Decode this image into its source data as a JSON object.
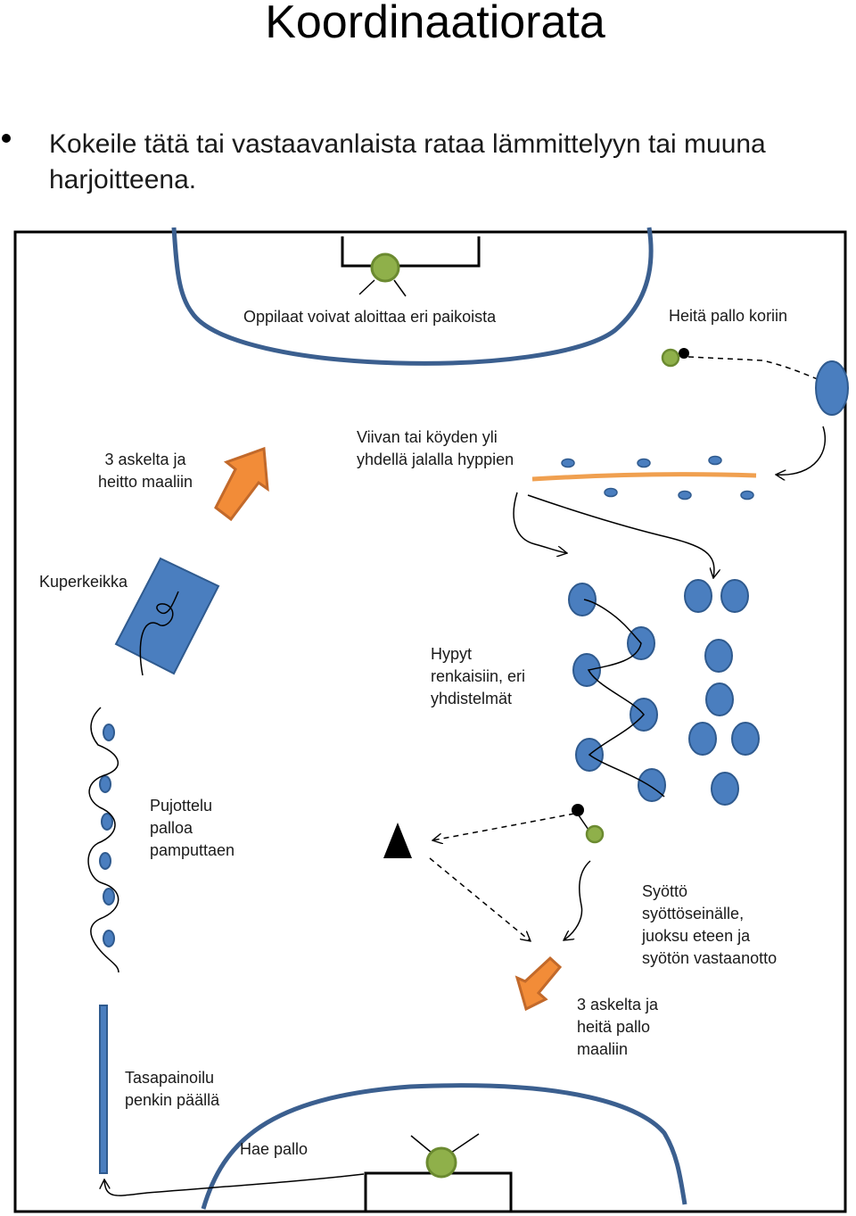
{
  "title": "Koordinaatiorata",
  "bullet": "Kokeile tätä tai vastaavanlaista rataa lämmittelyyn tai muuna harjoitteena.",
  "labels": {
    "start_anywhere": "Oppilaat voivat aloittaa eri paikoista",
    "throw_basket": "Heitä pallo koriin",
    "three_steps_goal_top": "3 askelta ja\nheitto maaliin",
    "line_jump": "Viivan tai köyden yli\nyhdellä jalalla hyppien",
    "roll": "Kuperkeikka",
    "ring_jumps": "Hypyt\nrenkaisiin, eri\nyhdistelmät",
    "slalom": "Pujottelu\npalloa\npamputtaen",
    "pass_wall": "Syöttö\nsyöttöseinälle,\njuoksu eteen ja\nsyötön vastaanotto",
    "three_steps_goal_bottom": "3 askelta ja\nheitä pallo\nmaaliin",
    "balance_bench": "Tasapainoilu\npenkin päällä",
    "fetch_ball": "Hae pallo"
  },
  "colors": {
    "court_line": "#3b5f8f",
    "ring_fill": "#4a7ebf",
    "ring_stroke": "#2f5a8e",
    "ball": "#8fb04a",
    "arrow_fill": "#f28c38",
    "arrow_stroke": "#c2692a",
    "rope": "#f0a050"
  }
}
